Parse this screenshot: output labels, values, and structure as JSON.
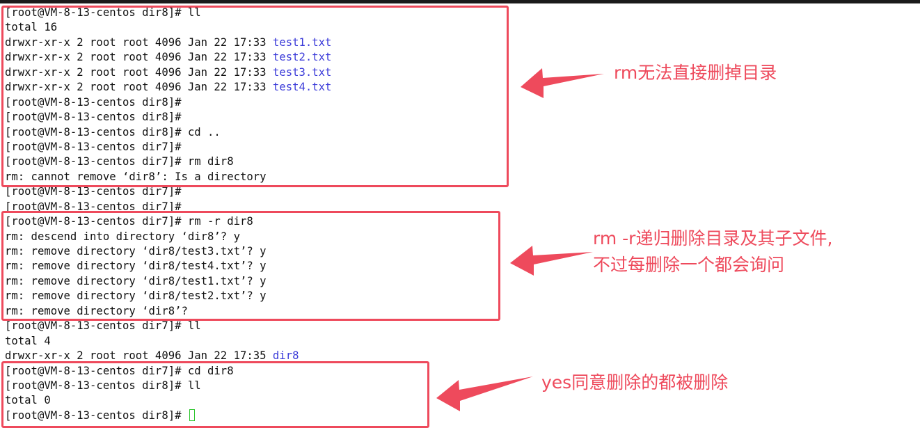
{
  "terminal": {
    "lines": [
      {
        "text": "[root@VM-8-13-centos dir8]# ll"
      },
      {
        "text": "total 16"
      },
      {
        "text": "drwxr-xr-x 2 root root 4096 Jan 22 17:33 ",
        "dir": "test1.txt"
      },
      {
        "text": "drwxr-xr-x 2 root root 4096 Jan 22 17:33 ",
        "dir": "test2.txt"
      },
      {
        "text": "drwxr-xr-x 2 root root 4096 Jan 22 17:33 ",
        "dir": "test3.txt"
      },
      {
        "text": "drwxr-xr-x 2 root root 4096 Jan 22 17:33 ",
        "dir": "test4.txt"
      },
      {
        "text": "[root@VM-8-13-centos dir8]#"
      },
      {
        "text": "[root@VM-8-13-centos dir8]#"
      },
      {
        "text": "[root@VM-8-13-centos dir8]# cd .."
      },
      {
        "text": "[root@VM-8-13-centos dir7]#"
      },
      {
        "text": "[root@VM-8-13-centos dir7]# rm dir8"
      },
      {
        "text": "rm: cannot remove ‘dir8’: Is a directory"
      },
      {
        "text": "[root@VM-8-13-centos dir7]#"
      },
      {
        "text": "[root@VM-8-13-centos dir7]#"
      },
      {
        "text": "[root@VM-8-13-centos dir7]# rm -r dir8"
      },
      {
        "text": "rm: descend into directory ‘dir8’? y"
      },
      {
        "text": "rm: remove directory ‘dir8/test3.txt’? y"
      },
      {
        "text": "rm: remove directory ‘dir8/test4.txt’? y"
      },
      {
        "text": "rm: remove directory ‘dir8/test1.txt’? y"
      },
      {
        "text": "rm: remove directory ‘dir8/test2.txt’? y"
      },
      {
        "text": "rm: remove directory ‘dir8’?"
      },
      {
        "text": "[root@VM-8-13-centos dir7]# ll"
      },
      {
        "text": "total 4"
      },
      {
        "text": "drwxr-xr-x 2 root root 4096 Jan 22 17:35 ",
        "dir": "dir8"
      },
      {
        "text": "[root@VM-8-13-centos dir7]# cd dir8"
      },
      {
        "text": "[root@VM-8-13-centos dir8]# ll"
      },
      {
        "text": "total 0"
      },
      {
        "text": "[root@VM-8-13-centos dir8]# ",
        "cursor": true
      }
    ]
  },
  "annotations": {
    "note1": "rm无法直接删掉目录",
    "note2_line1": "rm -r递归删除目录及其子文件,",
    "note2_line2": "不过每删除一个都会询问",
    "note3": "yes同意删除的都被删除"
  },
  "colors": {
    "annotation": "#ee4a5c",
    "directory": "#3b3bd9",
    "cursor": "#2dc52d",
    "text": "#111111"
  }
}
